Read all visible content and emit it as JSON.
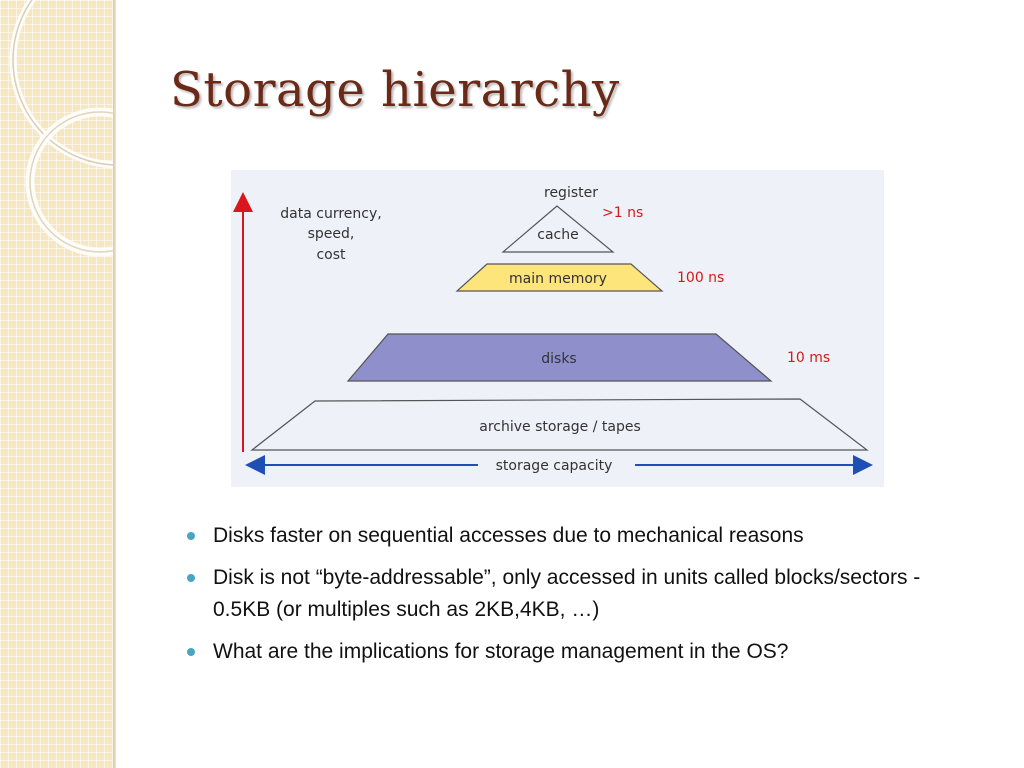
{
  "slide": {
    "title": "Storage hierarchy"
  },
  "figure": {
    "axis_label_lines": [
      "data currency,",
      "speed,",
      "cost"
    ],
    "levels": [
      {
        "label": "register",
        "latency": ">1 ns"
      },
      {
        "label": "cache",
        "latency": ""
      },
      {
        "label": "main memory",
        "latency": "100 ns"
      },
      {
        "label": "disks",
        "latency": "10 ms"
      },
      {
        "label": "archive storage / tapes",
        "latency": ""
      }
    ],
    "capacity_label": "storage capacity",
    "colors": {
      "main_memory_fill": "#fde57c",
      "disks_fill": "#8f8fcb",
      "latency_text": "#d41b1b",
      "vertical_arrow": "#d9161c",
      "capacity_arrow": "#1f4fb5"
    }
  },
  "bullets": [
    "Disks faster on sequential accesses due to mechanical reasons",
    "Disk is not “byte-addressable”, only accessed in units called blocks/sectors - 0.5KB (or multiples such as 2KB,4KB, …)",
    "What are the implications for storage management in the OS?"
  ],
  "colors": {
    "title": "#6b2a18",
    "bullet_dot": "#4aa4c4",
    "side_band": "#f6e7c3"
  }
}
